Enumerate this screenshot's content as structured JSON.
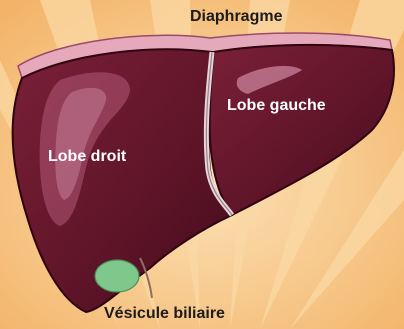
{
  "labels": {
    "diaphragm": "Diaphragme",
    "left_lobe": "Lobe gauche",
    "right_lobe": "Lobe droit",
    "gallbladder": "Vésicule biliaire"
  },
  "colors": {
    "background": "#F6C07A",
    "rays": "#FBD9A4",
    "liver": "#6B1A2E",
    "liver_dark": "#3E0A18",
    "liver_highlight": "#B35A78",
    "diaphragm": "#E6A9BC",
    "gallbladder": "#7DC88A",
    "label_dark": "#1C1C1C",
    "label_light": "#FFFFFF"
  },
  "icons": {
    "organ": "liver-illustration"
  }
}
